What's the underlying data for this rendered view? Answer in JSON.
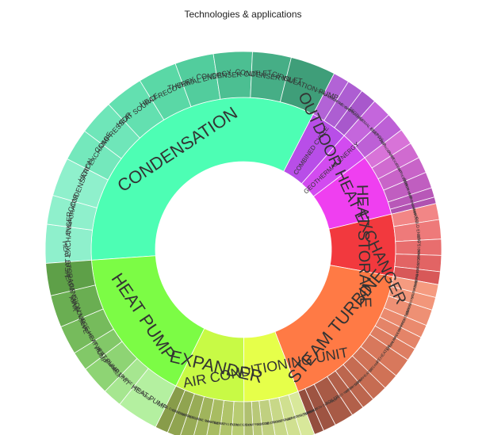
{
  "chart_data": {
    "type": "sunburst",
    "title": "Technologies & applications",
    "start_angle_deg": 176,
    "inner": [
      {
        "name": "CONDENSATION",
        "value": 128,
        "color": "#4dfeb4",
        "children": [
          {
            "name": "HEAT EXCHANGER",
            "value": 12,
            "color": "#8ff0cc"
          },
          {
            "name": "EVAPORATOR",
            "value": 9,
            "color": "#8ff0cc"
          },
          {
            "name": "CONDENSATION",
            "value": 12,
            "color": "#8ff0cc"
          },
          {
            "name": "HEAT EXCHANGE",
            "value": 10,
            "color": "#74e8bc"
          },
          {
            "name": "COMPRESSOR",
            "value": 11,
            "color": "#6fe6b9"
          },
          {
            "name": "HEAT SOURCE",
            "value": 12,
            "color": "#63e0b0"
          },
          {
            "name": "HEAT RECOVERY",
            "value": 12,
            "color": "#5ad8a6"
          },
          {
            "name": "THERMAL ENERGY",
            "value": 12,
            "color": "#52cd9d"
          },
          {
            "name": "CONDENSER OUTLET",
            "value": 12,
            "color": "#4cbf92"
          },
          {
            "name": "CONDENSER INLET",
            "value": 12,
            "color": "#46ae86"
          },
          {
            "name": "CIRCULATION PUMP",
            "value": 14,
            "color": "#3f9e79"
          }
        ]
      },
      {
        "name": "COMBINED CYCLE",
        "value": 15,
        "color": "#b84ee8",
        "children": [
          {
            "name": "COMBINED CYCLE",
            "value": 5,
            "color": "#b263d6"
          },
          {
            "name": "HEAT RECOVERY",
            "value": 5,
            "color": "#ad5ed2"
          },
          {
            "name": "GAS TURBINE",
            "value": 5,
            "color": "#a858cc"
          }
        ]
      },
      {
        "name": "GEOTHERMAL ENERGY",
        "value": 12,
        "color": "#d24bf0",
        "children": [
          {
            "name": "GEOTHERMAL ENERGY",
            "value": 6,
            "color": "#c466dc"
          },
          {
            "name": "HEAT PUMP",
            "value": 6,
            "color": "#bd60d6"
          }
        ]
      },
      {
        "name": "OUTDOOR HEAT EXCHANGER",
        "value": 25,
        "color": "#ef3ff0",
        "children": [
          {
            "name": "REFRIGERANT",
            "value": 5,
            "color": "#d873d8"
          },
          {
            "name": "OUTDOOR UNIT",
            "value": 5,
            "color": "#d06bd0"
          },
          {
            "name": "COMPRESSOR",
            "value": 5,
            "color": "#c864c8"
          },
          {
            "name": "INDOOR UNIT",
            "value": 5,
            "color": "#c05ec0"
          },
          {
            "name": "INDOOR HEAT EXCHANGER",
            "value": 3,
            "color": "#b858b8"
          },
          {
            "name": "EXCHANGER",
            "value": 2,
            "color": "#b052b0"
          }
        ]
      },
      {
        "name": "HEAT STORAGE",
        "value": 25,
        "color": "#f2393e",
        "children": [
          {
            "name": "FAN COIL",
            "value": 5,
            "color": "#f28686"
          },
          {
            "name": "COLD ENERGY",
            "value": 6,
            "color": "#ee7a7a"
          },
          {
            "name": "HEAT STORAGE",
            "value": 5,
            "color": "#e86e6e"
          },
          {
            "name": "HEAT STORAGE",
            "value": 5,
            "color": "#e26464"
          },
          {
            "name": "COOLING TOWER",
            "value": 4,
            "color": "#d85858"
          }
        ]
      },
      {
        "name": "STEAM TURBINE",
        "value": 62,
        "color": "#ff7a45",
        "children": [
          {
            "name": "STEAM TURBINE",
            "value": 4,
            "color": "#f59b80"
          },
          {
            "name": "CONDENSING TURBINE",
            "value": 4,
            "color": "#f2967a"
          },
          {
            "name": "TURBINE",
            "value": 5,
            "color": "#ee9074"
          },
          {
            "name": "LOW PRESSURE",
            "value": 4,
            "color": "#ea8a6e"
          },
          {
            "name": "STEAM GENERATOR",
            "value": 4,
            "color": "#e48468"
          },
          {
            "name": "STEAM PIPE",
            "value": 4,
            "color": "#de7e62"
          },
          {
            "name": "REHEATER",
            "value": 6,
            "color": "#d8785c"
          },
          {
            "name": "STEAM",
            "value": 5,
            "color": "#d07256"
          },
          {
            "name": "SUPERHEATER",
            "value": 5,
            "color": "#c66c52"
          },
          {
            "name": "STEAM DRUM",
            "value": 4,
            "color": "#bc664e"
          },
          {
            "name": "FEED WATER",
            "value": 4,
            "color": "#b2604a"
          },
          {
            "name": "BOILER",
            "value": 6,
            "color": "#a85a46"
          },
          {
            "name": "COMBUSTION CHAMBER",
            "value": 4,
            "color": "#9e5442"
          },
          {
            "name": "FURNACE",
            "value": 3,
            "color": "#944e3e"
          }
        ]
      },
      {
        "name": "AIR CONDITIONING UNIT",
        "value": 22,
        "color": "#e6ff4a",
        "children": [
          {
            "name": "AIR CONDITIONER",
            "value": 4,
            "color": "#d8e89a"
          },
          {
            "name": "REFRIGERATION",
            "value": 4,
            "color": "#d0e090"
          },
          {
            "name": "OUTDOOR UNIT",
            "value": 4,
            "color": "#c8d888"
          },
          {
            "name": "INDOOR UNIT",
            "value": 4,
            "color": "#c0d080"
          },
          {
            "name": "COMPRESSOR",
            "value": 3,
            "color": "#b8c878"
          },
          {
            "name": "FAN",
            "value": 3,
            "color": "#b0c070"
          }
        ]
      },
      {
        "name": "EXPANDER",
        "value": 28,
        "color": "#c8fa45",
        "children": [
          {
            "name": "EXPANDER",
            "value": 4,
            "color": "#b8cc72"
          },
          {
            "name": "WORKING FLUID",
            "value": 4,
            "color": "#b0c46a"
          },
          {
            "name": "WASTE HEAT",
            "value": 4,
            "color": "#a8bc62"
          },
          {
            "name": "ORGANIC RANKINE",
            "value": 4,
            "color": "#a0b45c"
          },
          {
            "name": "EVAPORATOR",
            "value": 4,
            "color": "#98ac56"
          },
          {
            "name": "GENERATOR",
            "value": 4,
            "color": "#90a450"
          },
          {
            "name": "SCROLL EXPANDER",
            "value": 4,
            "color": "#889c4a"
          }
        ]
      },
      {
        "name": "HEAT PUMP",
        "value": 63,
        "color": "#7cfc45",
        "children": [
          {
            "name": "HEAT PUMP",
            "value": 13,
            "color": "#b4f0a0"
          },
          {
            "name": "GROUND SOURCE HEAT PUMP",
            "value": 6,
            "color": "#a6e690"
          },
          {
            "name": "HEAT PUMP UNIT",
            "value": 9,
            "color": "#8ed474"
          },
          {
            "name": "UNDERGROUND HEAT EXCHANGER",
            "value": 6,
            "color": "#82c868"
          },
          {
            "name": "AIR SOURCE HEAT PUMP",
            "value": 9,
            "color": "#76bb5c"
          },
          {
            "name": "EXPANSION VALVE",
            "value": 10,
            "color": "#6aae52"
          },
          {
            "name": "HEAT STORAGE TANK",
            "value": 10,
            "color": "#5ea048"
          }
        ]
      }
    ]
  }
}
